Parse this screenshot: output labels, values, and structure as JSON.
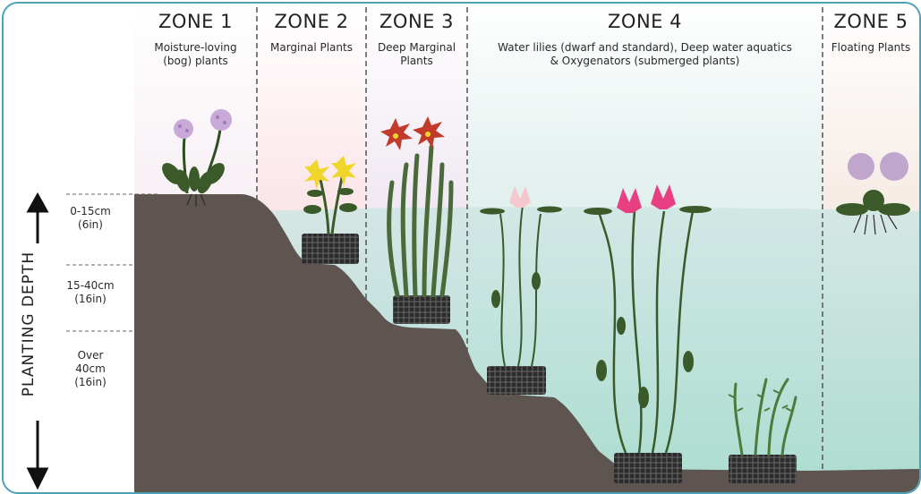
{
  "zones": [
    {
      "title": "ZONE 1",
      "desc_line1": "Moisture-loving",
      "desc_line2": "(bog) plants"
    },
    {
      "title": "ZONE 2",
      "desc_line1": "Marginal Plants",
      "desc_line2": ""
    },
    {
      "title": "ZONE 3",
      "desc_line1": "Deep Marginal",
      "desc_line2": "Plants"
    },
    {
      "title": "ZONE 4",
      "desc_line1": "Water lilies (dwarf and standard), Deep water aquatics",
      "desc_line2": "& Oxygenators (submerged plants)"
    },
    {
      "title": "ZONE 5",
      "desc_line1": "Floating Plants",
      "desc_line2": ""
    }
  ],
  "depth_axis": {
    "title": "PLANTING DEPTH",
    "bands": [
      {
        "line1": "0-15cm",
        "line2": "(6in)",
        "line3": ""
      },
      {
        "line1": "15-40cm",
        "line2": "(16in)",
        "line3": ""
      },
      {
        "line1": "Over",
        "line2": "40cm",
        "line3": "(16in)"
      }
    ]
  },
  "colors": {
    "frame": "#4aa3b8",
    "soil": "#5e5550",
    "water": "#bfe3dc",
    "leaf": "#3a5a2a",
    "zone_divider": "#555555"
  }
}
